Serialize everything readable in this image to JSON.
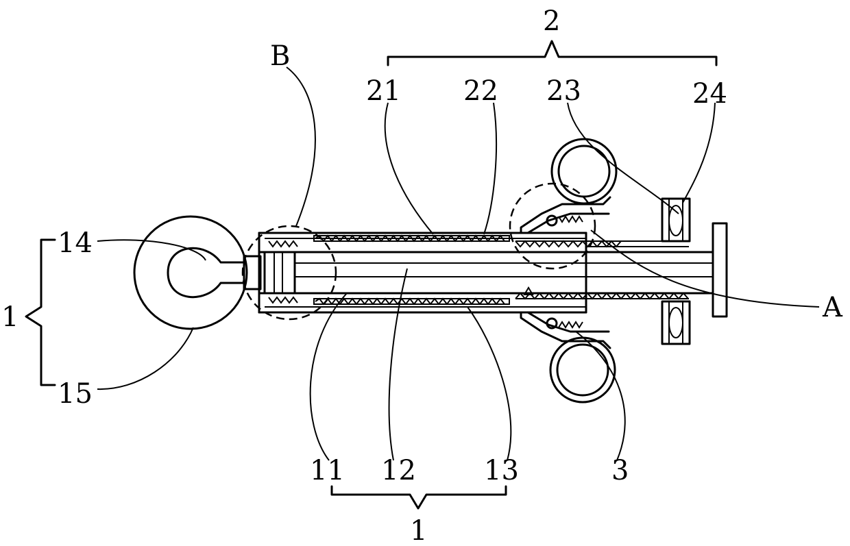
{
  "labels": {
    "assembly_top": "2",
    "assembly_bottom": "1",
    "assembly_left": "1",
    "detail_b": "B",
    "detail_a": "A",
    "p21": "21",
    "p22": "22",
    "p23": "23",
    "p24": "24",
    "p14": "14",
    "p15": "15",
    "p11": "11",
    "p12": "12",
    "p13": "13",
    "p3": "3"
  }
}
